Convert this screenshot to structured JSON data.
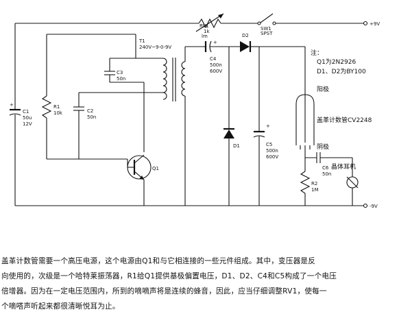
{
  "labels": {
    "rv1_name": "RV1",
    "rv1_value": "1k",
    "sw1_name": "SW1",
    "sw1_type": "SPST",
    "supply_pos": "+9V",
    "supply_neg": "-9V",
    "c1_name": "C1",
    "c1_value": "50u",
    "c1_voltage": "12V",
    "r1_name": "R1",
    "r1_value": "10k",
    "c2_name": "C2",
    "c2_value": "50n",
    "c3_name": "C3",
    "c3_value": "50n",
    "t1_name": "T1",
    "t1_spec": "240V~9-0-9V",
    "c4_name": "C4",
    "c4_value": "500n",
    "c4_voltage": "600V",
    "d2_name": "D2",
    "d1_name": "D1",
    "c5_name": "C5",
    "c5_value": "500n",
    "c5_voltage": "600V",
    "q1_name": "Q1",
    "note_label": "注：",
    "note_q1": "Q1为2N2926",
    "note_d": "D1、D2为BY100",
    "anode": "阳极",
    "tube_name": "盖革计数管CV2248",
    "cathode": "阴极",
    "c6_name": "C6",
    "c6_value": "50n",
    "r2_name": "R2",
    "r2_value": "1M",
    "earphone": "晶体耳机",
    "plus": "+",
    "lm": "lm"
  },
  "caption": [
    "盖革计数管需要一个高压电源，这个电源由Q1和与它相连接的一些元件组成。其中，变压器是反",
    "向使用的，次级是一个哈特莱振荡器，R1给Q1提供基极偏置电压，D1、D2、C4和C5构成了一个电压",
    "倍增器。因为在一定电压范围内，所到的嘀嘀声将是连续的蜂音，因此，应当仔细调整RV1，使每一",
    "个嘀嗒声听起来都很清晰悦耳为止。"
  ]
}
